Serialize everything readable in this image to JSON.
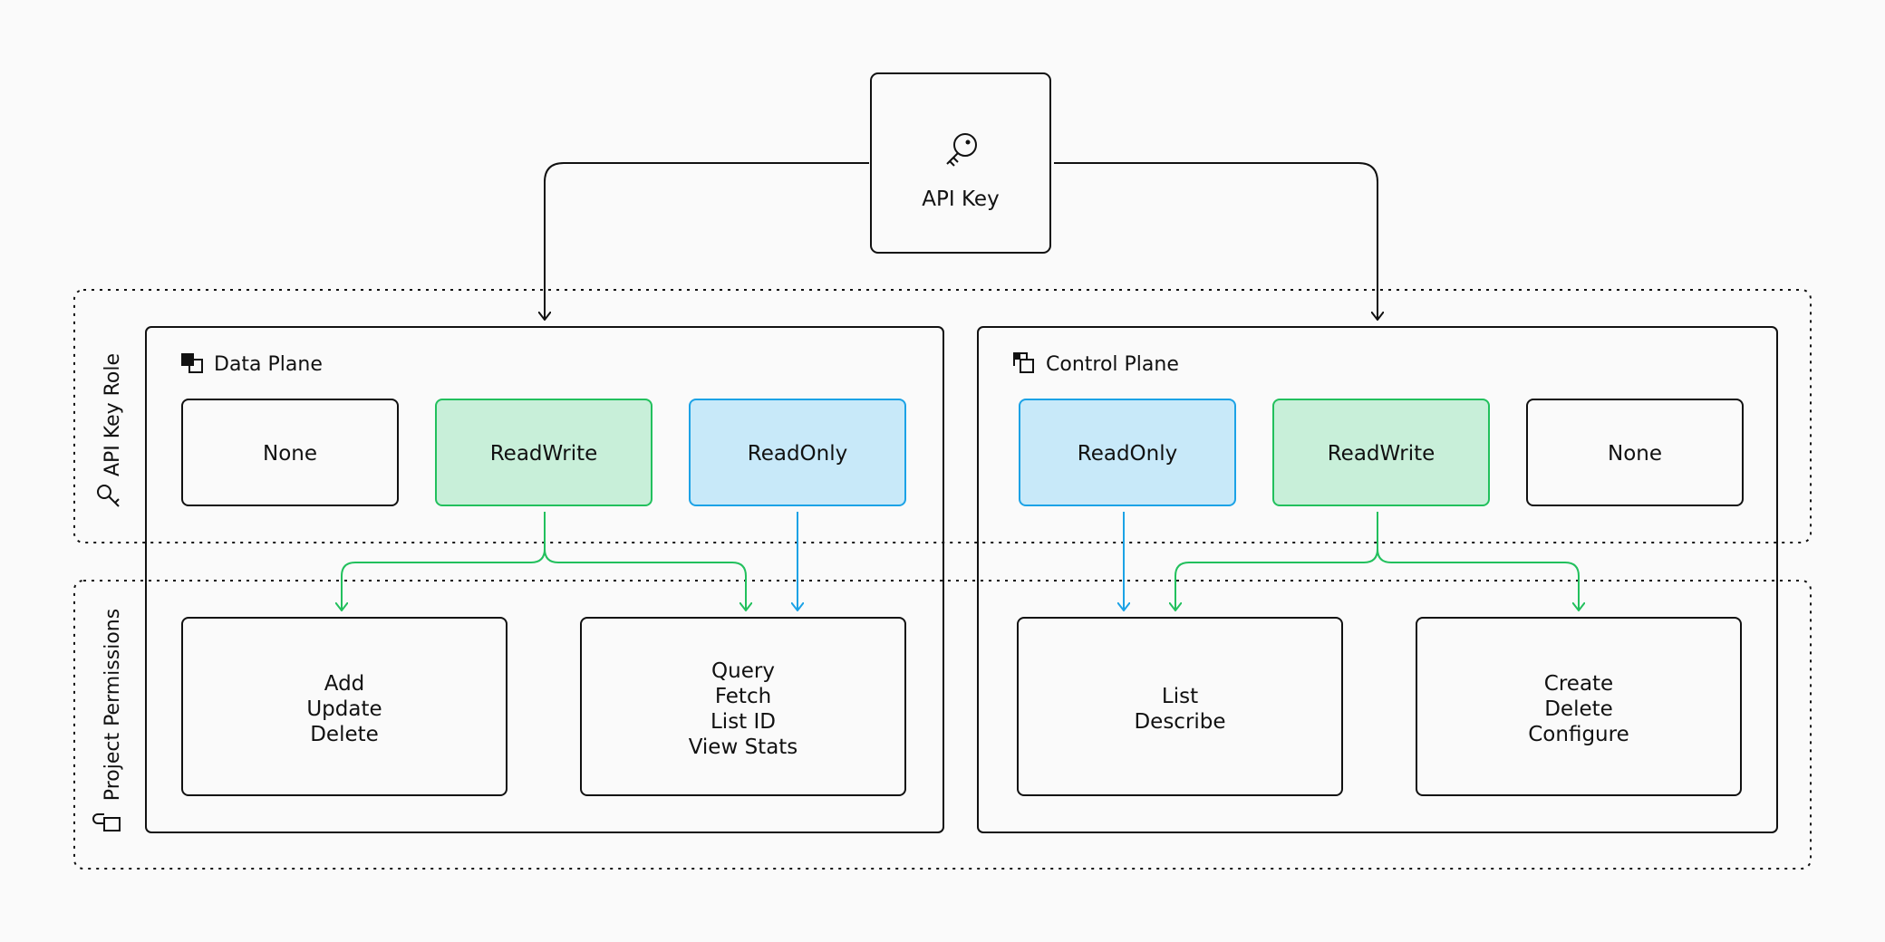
{
  "api_key": {
    "label": "API Key",
    "icon": "key-icon"
  },
  "zones": {
    "role": {
      "label": "API Key Role",
      "icon": "key-icon"
    },
    "permissions": {
      "label": "Project Permissions",
      "icon": "lock-icon"
    }
  },
  "planes": {
    "data": {
      "title": "Data Plane",
      "icon": "data-plane-icon",
      "roles": [
        {
          "label": "None",
          "kind": "none"
        },
        {
          "label": "ReadWrite",
          "kind": "readwrite"
        },
        {
          "label": "ReadOnly",
          "kind": "readonly"
        }
      ],
      "permission_groups": [
        {
          "lines": [
            "Add",
            "Update",
            "Delete"
          ]
        },
        {
          "lines": [
            "Query",
            "Fetch",
            "List ID",
            "View Stats"
          ]
        }
      ]
    },
    "control": {
      "title": "Control Plane",
      "icon": "control-plane-icon",
      "roles": [
        {
          "label": "ReadOnly",
          "kind": "readonly"
        },
        {
          "label": "ReadWrite",
          "kind": "readwrite"
        },
        {
          "label": "None",
          "kind": "none"
        }
      ],
      "permission_groups": [
        {
          "lines": [
            "List",
            "Describe"
          ]
        },
        {
          "lines": [
            "Create",
            "Delete",
            "Configure"
          ]
        }
      ]
    }
  },
  "colors": {
    "background": "#fafafa",
    "stroke": "#111111",
    "readwrite_fill": "#c8efd9",
    "readwrite_stroke": "#22c05d",
    "readonly_fill": "#c8e9f9",
    "readonly_stroke": "#1ba2e6"
  }
}
